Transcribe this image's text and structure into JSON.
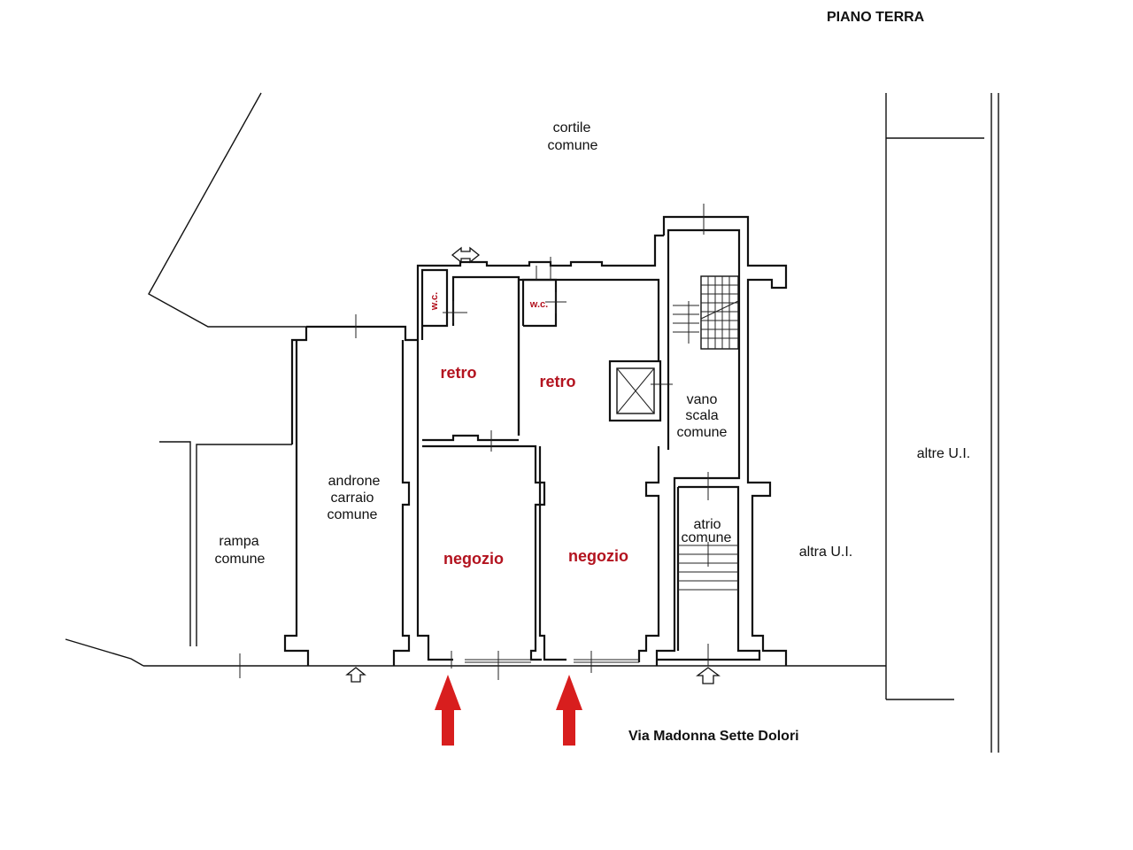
{
  "title": "PIANO TERRA",
  "street": "Via Madonna Sette Dolori",
  "rooms": {
    "cortile": [
      "cortile",
      "comune"
    ],
    "androne": [
      "androne",
      "carraio",
      "comune"
    ],
    "rampa": [
      "rampa",
      "comune"
    ],
    "retro_left": "retro",
    "retro_right": "retro",
    "negozio_left": "negozio",
    "negozio_right": "negozio",
    "wc_left": "w.c.",
    "wc_right": "w.c.",
    "vano_scala": [
      "vano",
      "scala",
      "comune"
    ],
    "atrio": [
      "atrio",
      "comune"
    ],
    "altra_ui": "altra U.I.",
    "altre_ui": "altre U.I."
  },
  "colors": {
    "highlight": "#b3131f",
    "arrow": "#d81e1e",
    "wall": "#111111"
  },
  "icons": {
    "entrance_arrows": "arrow-up-icon",
    "shop_arrows": "red-arrow-up-icon"
  }
}
